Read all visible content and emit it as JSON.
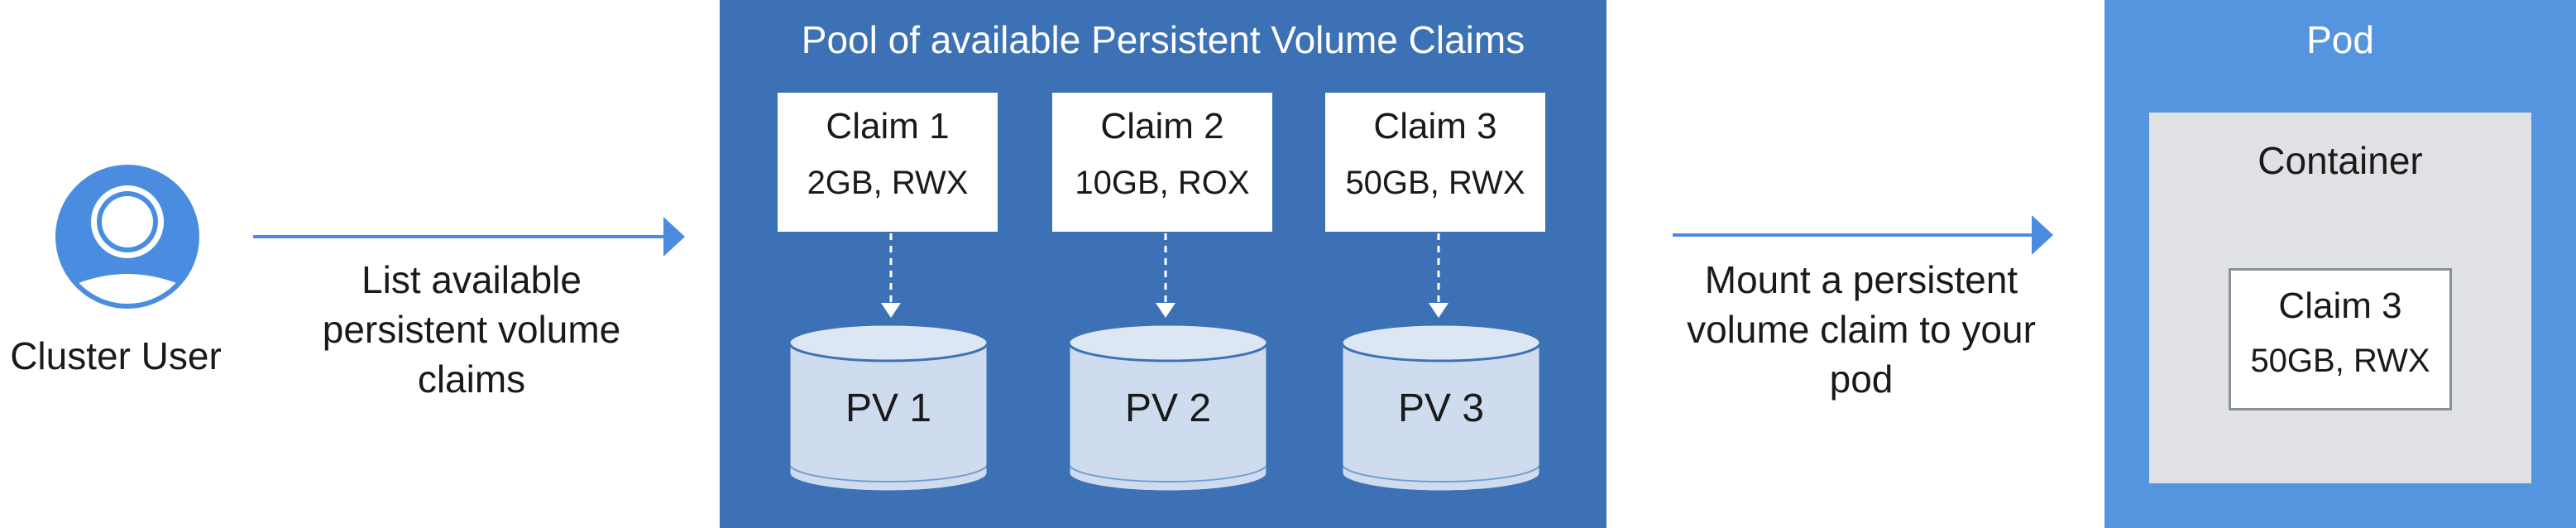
{
  "colors": {
    "pool_background": "#3d71b6",
    "pod_background": "#5595e0",
    "container_background": "#dfe1e4",
    "accent_blue": "#4a8de0",
    "volume_fill": "#cfdcef",
    "volume_stroke": "#3d71b6"
  },
  "user": {
    "icon": "user-icon",
    "label": "Cluster User"
  },
  "arrow_left": {
    "lines": [
      "List available",
      "persistent volume",
      "claims"
    ]
  },
  "pool": {
    "title": "Pool of available Persistent Volume Claims",
    "claims": [
      {
        "name": "Claim 1",
        "spec": "2GB, RWX"
      },
      {
        "name": "Claim 2",
        "spec": "10GB, ROX"
      },
      {
        "name": "Claim 3",
        "spec": "50GB, RWX"
      }
    ],
    "volumes": [
      {
        "label": "PV 1"
      },
      {
        "label": "PV 2"
      },
      {
        "label": "PV 3"
      }
    ]
  },
  "arrow_right": {
    "lines": [
      "Mount a persistent",
      "volume claim to your",
      "pod"
    ]
  },
  "pod": {
    "title": "Pod",
    "container": {
      "title": "Container",
      "claim": {
        "name": "Claim 3",
        "spec": "50GB, RWX"
      }
    }
  }
}
